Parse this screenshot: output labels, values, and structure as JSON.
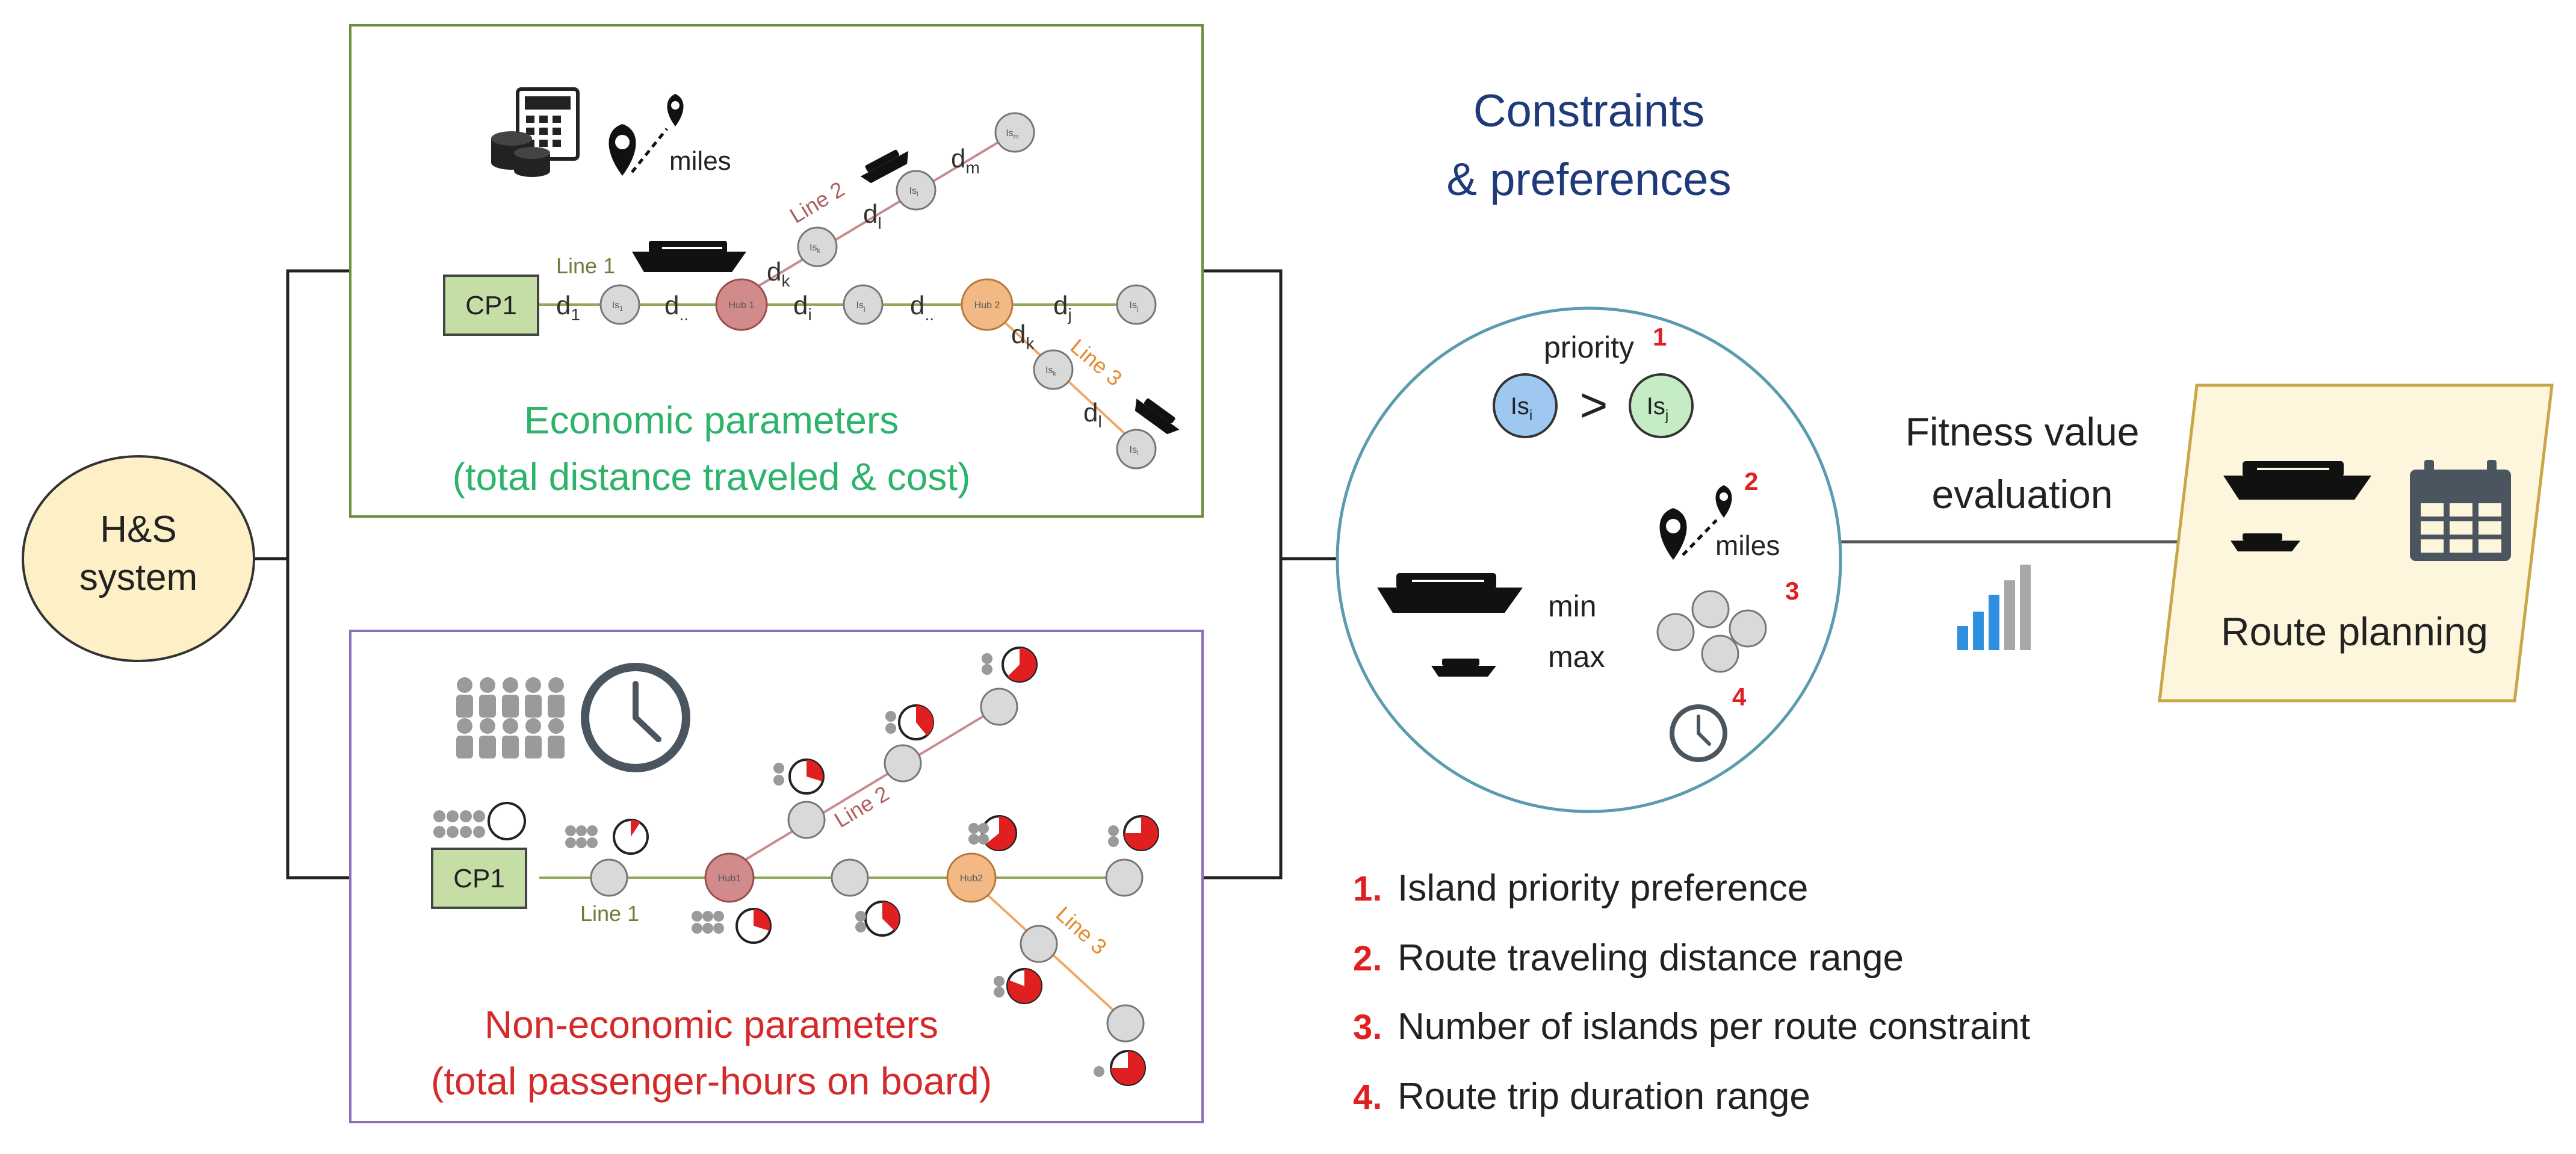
{
  "root": {
    "line1": "H&S",
    "line2": "system"
  },
  "economic": {
    "cp": "CP1",
    "miles": "miles",
    "line1": "Line 1",
    "line2": "Line 2",
    "line3": "Line 3",
    "hub1": "Hub 1",
    "hub2": "Hub 2",
    "island": "Is",
    "island_sub_1": "1",
    "island_sub_j": "j",
    "island_sub_k": "k",
    "island_sub_l": "l",
    "island_sub_m": "m",
    "d1": "d",
    "d1_sub": "1",
    "d_dots": "d",
    "d_dots_sub": "..",
    "d_i": "d",
    "d_i_sub": "i",
    "d_j": "d",
    "d_j_sub": "j",
    "d_k": "d",
    "d_k_sub": "k",
    "d_l": "d",
    "d_l_sub": "l",
    "d_m": "d",
    "d_m_sub": "m",
    "title_line1": "Economic parameters",
    "title_line2": "(total distance traveled & cost)",
    "color": "#2db36b"
  },
  "noneconomic": {
    "cp": "CP1",
    "line1": "Line 1",
    "line2": "Line 2",
    "line3": "Line 3",
    "hub1": "Hub1",
    "hub2": "Hub2",
    "title_line1": "Non-economic parameters",
    "title_line2": "(total passenger-hours on board)",
    "color": "#d42a2a"
  },
  "constraints": {
    "title_line1": "Constraints",
    "title_line2": "& preferences",
    "priority": "priority",
    "n1": "1",
    "n2": "2",
    "n3": "3",
    "n4": "4",
    "is_i": "Is",
    "is_i_sub": "i",
    "is_j": "Is",
    "is_j_sub": "j",
    "greater": ">",
    "miles": "miles",
    "min": "min",
    "max": "max",
    "title_color": "#1f3a7a"
  },
  "fitness": {
    "line1": "Fitness  value",
    "line2": "evaluation"
  },
  "route": {
    "label": "Route planning"
  },
  "legend": [
    {
      "num": "1.",
      "text": "Island priority preference"
    },
    {
      "num": "2.",
      "text": "Route traveling distance range"
    },
    {
      "num": "3.",
      "text": "Number of islands per route constraint"
    },
    {
      "num": "4.",
      "text": "Route trip duration range"
    }
  ],
  "colors": {
    "economic_frame": "#6b8e3a",
    "noneconomic_frame": "#8a6fb5",
    "cp_fill": "#c5dea5",
    "hub1_fill": "#d28b8b",
    "hub2_fill": "#f2b985",
    "island_fill": "#d9d9d9",
    "line1": "#8fa85a",
    "line2": "#c98b8b",
    "line3": "#f0a868",
    "circle_stroke": "#5a9bb0",
    "route_fill": "#fdf6dc",
    "route_stroke": "#c9a64a",
    "root_fill": "#fdefc6",
    "accent_red": "#e02020",
    "pri_blue": "#9fc8f0",
    "pri_green": "#c5ecc5"
  },
  "icons": [
    "calculator-icon",
    "location-pin-icon",
    "ship-icon",
    "people-icon",
    "clock-icon",
    "bar-chart-icon",
    "calendar-icon",
    "pie-timer-icon"
  ]
}
